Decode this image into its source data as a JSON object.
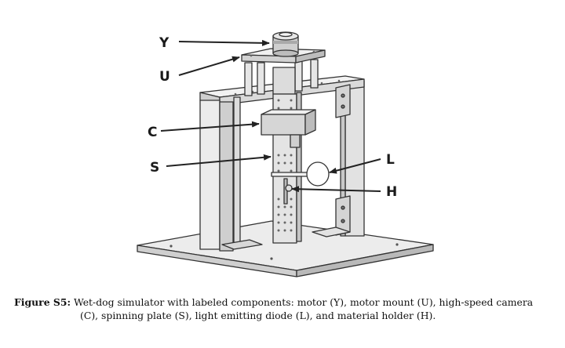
{
  "labels": {
    "motor": "Y",
    "motor_mount": "U",
    "camera": "C",
    "spinning_plate": "S",
    "led": "L",
    "holder": "H"
  },
  "caption": {
    "label": "Figure S5:",
    "line1": "Wet-dog simulator with labeled components: motor (Y), motor mount (U), high-speed camera",
    "line2": "(C), spinning plate (S), light emitting diode (L), and material holder (H)."
  }
}
